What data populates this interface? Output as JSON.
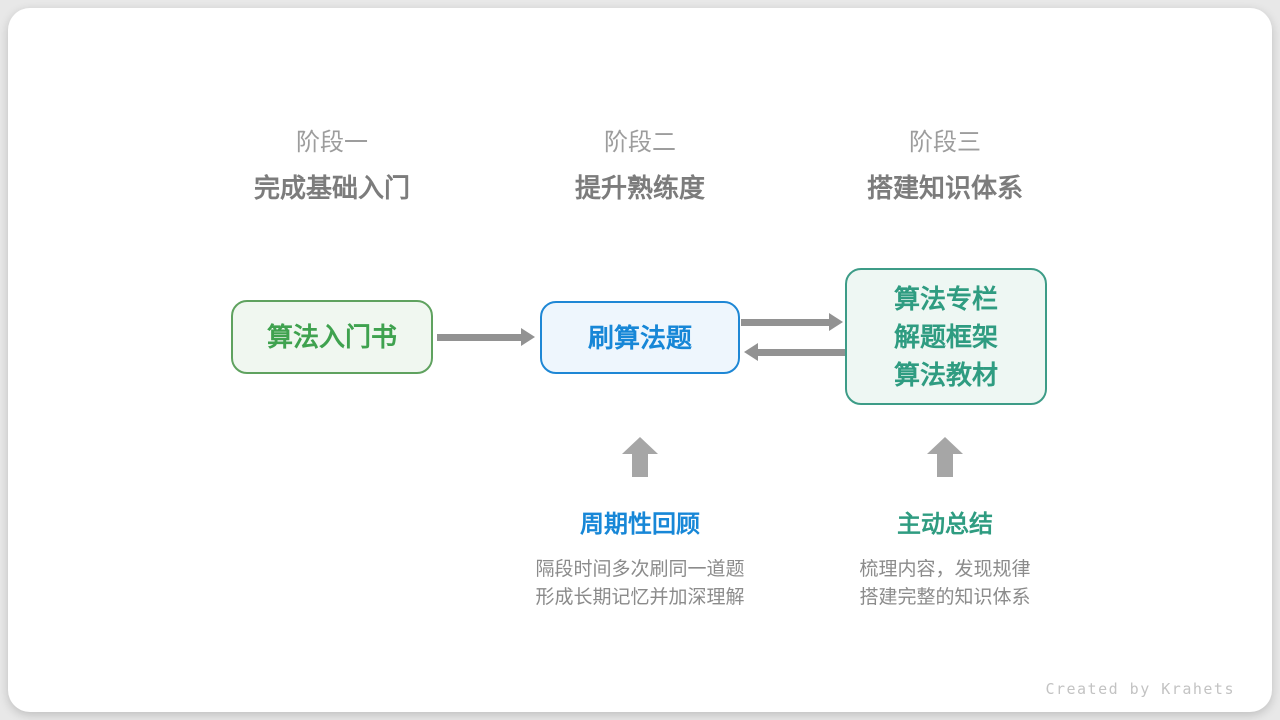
{
  "stages": [
    {
      "label": "阶段一",
      "subtitle": "完成基础入门"
    },
    {
      "label": "阶段二",
      "subtitle": "提升熟练度"
    },
    {
      "label": "阶段三",
      "subtitle": "搭建知识体系"
    }
  ],
  "nodes": [
    {
      "title": "算法入门书"
    },
    {
      "title": "刷算法题"
    },
    {
      "lines": [
        "算法专栏",
        "解题框架",
        "算法教材"
      ]
    }
  ],
  "annotations": [
    {
      "title": "周期性回顾",
      "lines": [
        "隔段时间多次刷同一道题",
        "形成长期记忆并加深理解"
      ]
    },
    {
      "title": "主动总结",
      "lines": [
        "梳理内容，发现规律",
        "搭建完整的知识体系"
      ]
    }
  ],
  "footer": {
    "credit": "Created by Krahets"
  },
  "colors": {
    "node_green_border": "#5fa25f",
    "node_green_fill": "#f0f7f0",
    "node_green_text": "#3fa24f",
    "node_blue_border": "#1e87d5",
    "node_blue_fill": "#eef6fd",
    "node_blue_text": "#1787d7",
    "node_teal_border": "#3d9c87",
    "node_teal_fill": "#eef7f3",
    "node_teal_text": "#2f9c81",
    "arrow_gray": "#929292",
    "up_arrow_gray": "#a6a6a6",
    "stage_label_gray": "#9d9d9d",
    "stage_subtitle_gray": "#7c7c7c",
    "body_text_gray": "#8b8b8b",
    "credit_gray": "#c3c3c3",
    "card_background": "#ffffff",
    "page_background": "#e8e8e8"
  }
}
